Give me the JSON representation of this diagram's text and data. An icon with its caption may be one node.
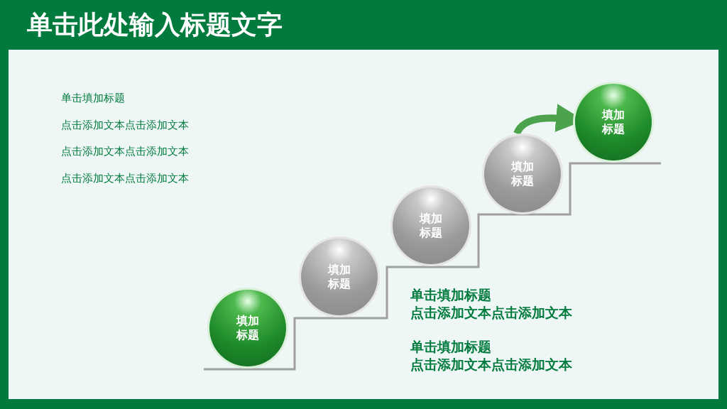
{
  "diagram": {
    "title": "单击此处输入标题文字",
    "nodes": [
      {
        "text": [
          "填加标题"
        ]
      },
      {
        "text": [
          "填加标题"
        ]
      },
      {
        "text": [
          "填加标题"
        ]
      },
      {
        "text": [
          "填加标题"
        ]
      },
      {
        "text": [
          "填加标题"
        ]
      }
    ],
    "edges": [
      {
        "from": 3,
        "to": 4,
        "arrow": "to"
      }
    ],
    "labels": [
      "单击填加标题",
      "点击添加文本点击添加文本",
      "点击添加文本点击添加文本",
      "点击添加文本点击添加文本",
      "单击填加标题",
      "点击添加文本点击添加文本",
      "单击填加标题",
      "点击添加文本点击添加文本"
    ]
  }
}
